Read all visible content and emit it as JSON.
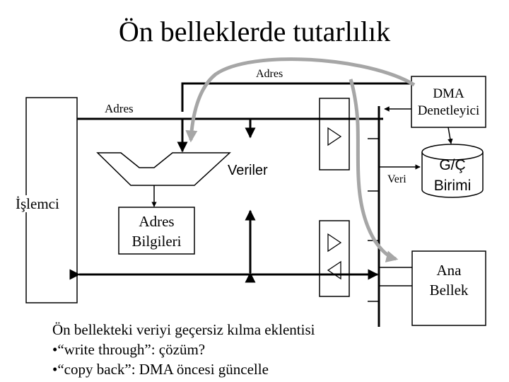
{
  "title": "Ön belleklerde tutarlılık",
  "labels": {
    "adres_top": "Adres",
    "adres_left": "Adres",
    "dma_line1": "DMA",
    "dma_line2": "Denetleyici",
    "veriler": "Veriler",
    "islemci": "İşlemci",
    "veri": "Veri",
    "gc_line1": "G/Ç",
    "gc_line2": "Birimi",
    "adres_bilgileri_line1": "Adres",
    "adres_bilgileri_line2": "Bilgileri",
    "ana_bellek_line1": "Ana",
    "ana_bellek_line2": "Bellek"
  },
  "notes": [
    "Ön bellekteki veriyi geçersiz kılma eklentisi",
    "•“write through”: çözüm?",
    "•“copy back”: DMA öncesi güncelle"
  ],
  "colors": {
    "lines": "#000000",
    "flow_arrows": "#a6a6a6"
  }
}
